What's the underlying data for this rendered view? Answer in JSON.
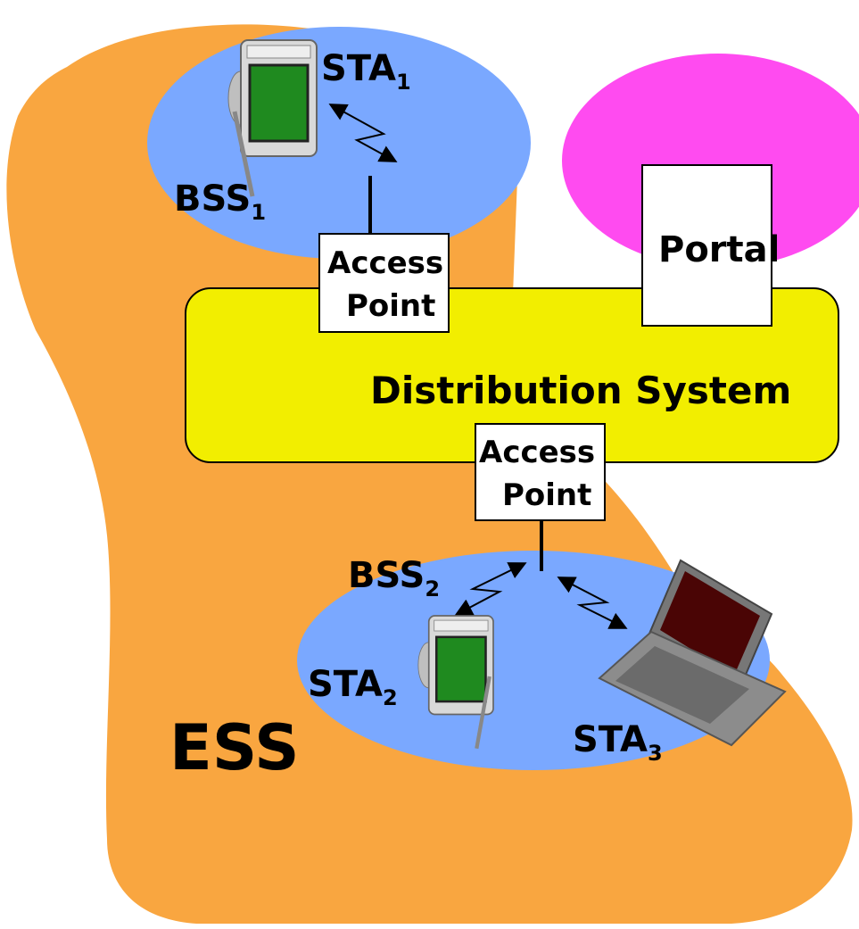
{
  "colors": {
    "ess": "#f9a640",
    "bss": "#7aa8ff",
    "external_network": "#ff4bf0",
    "distribution_system": "#f2ee00",
    "box_fill": "#ffffff",
    "outline": "#000000"
  },
  "labels": {
    "ess": "ESS",
    "distribution_system": "Distribution System",
    "portal": "Portal",
    "access_point_1": {
      "line1": "Access",
      "line2": "Point"
    },
    "access_point_2": {
      "line1": "Access",
      "line2": "Point"
    },
    "bss1": {
      "main": "BSS",
      "sub": "1"
    },
    "bss2": {
      "main": "BSS",
      "sub": "2"
    },
    "sta1": {
      "main": "STA",
      "sub": "1"
    },
    "sta2": {
      "main": "STA",
      "sub": "2"
    },
    "sta3": {
      "main": "STA",
      "sub": "3"
    }
  },
  "icons": {
    "sta1_device": "pda-icon",
    "sta2_device": "pda-icon",
    "sta3_device": "laptop-icon",
    "links": "wireless-link-icon"
  }
}
